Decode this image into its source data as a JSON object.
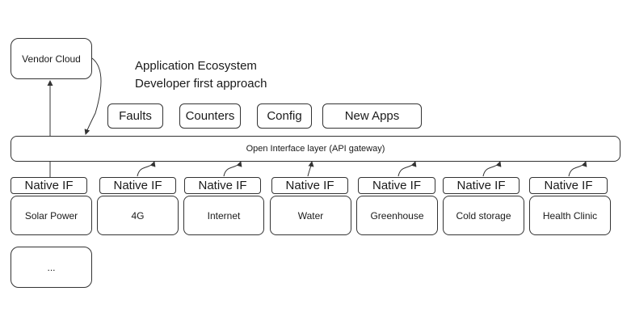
{
  "vendor_cloud": "Vendor Cloud",
  "title_lines": [
    "Application Ecosystem",
    "Developer first approach"
  ],
  "apps": [
    "Faults",
    "Counters",
    "Config",
    "New Apps"
  ],
  "gateway": "Open Interface layer (API gateway)",
  "native_if": "Native IF",
  "verticals": [
    "Solar Power",
    "4G",
    "Internet",
    "Water",
    "Greenhouse",
    "Cold storage",
    "Health Clinic"
  ],
  "more": "..."
}
